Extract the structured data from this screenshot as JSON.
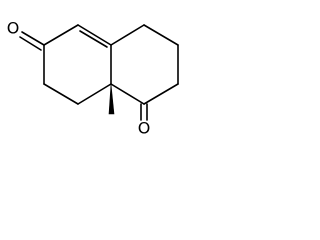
{
  "molecule": {
    "atoms": {
      "o1": "O",
      "o2": "O"
    },
    "stereo": {
      "c8a_methyl": "wedge"
    },
    "colors": {
      "bond": "#000000",
      "background": "#ffffff"
    }
  }
}
